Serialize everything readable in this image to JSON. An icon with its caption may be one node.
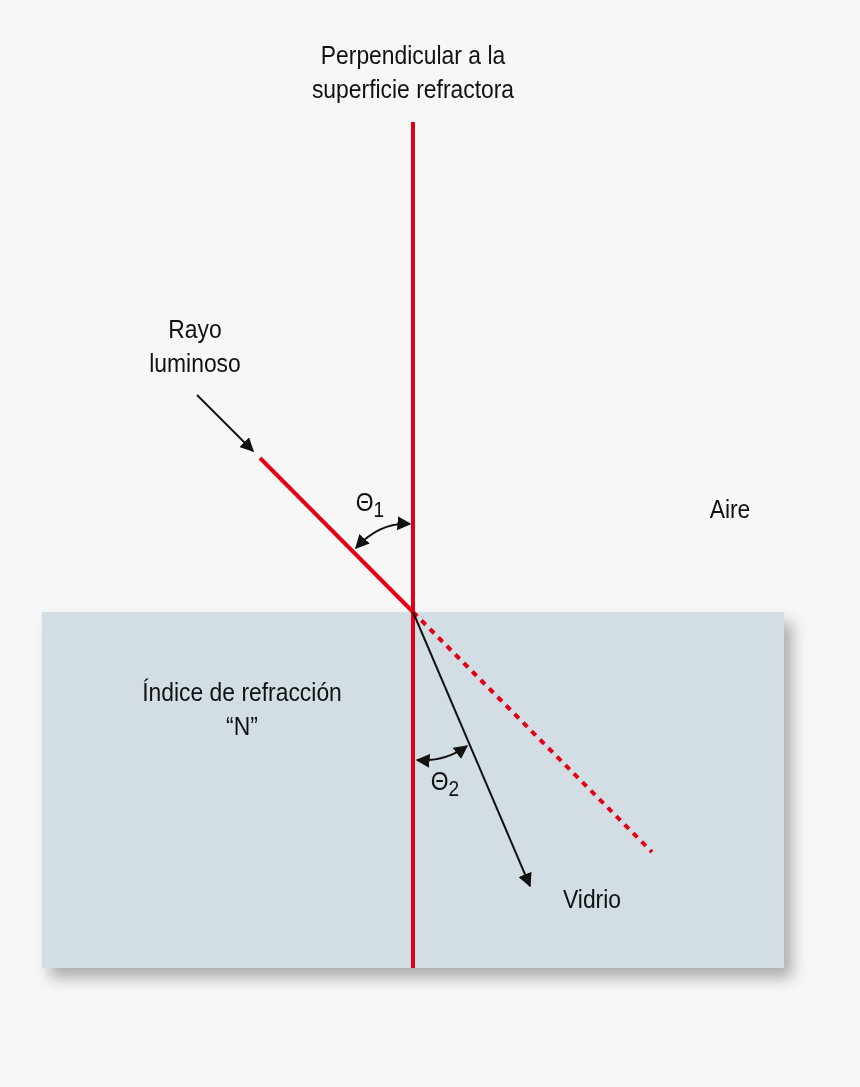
{
  "diagram": {
    "nodes": [
      {
        "text": [
          "Rayo luminoso"
        ]
      },
      {
        "text": [
          "Índice de refracción “N”",
          "Vidrio"
        ]
      },
      {
        "text": [],
        "shape": "line"
      }
    ],
    "edges": [
      {
        "from": 0,
        "to": 2,
        "arrow": "to"
      },
      {
        "from": 2,
        "to": 1,
        "arrow": "to"
      }
    ],
    "labels": [
      "Perpendicular a la superficie refractora",
      "Θ$_{1}$",
      "Aire",
      "Θ$_{2}$"
    ]
  }
}
